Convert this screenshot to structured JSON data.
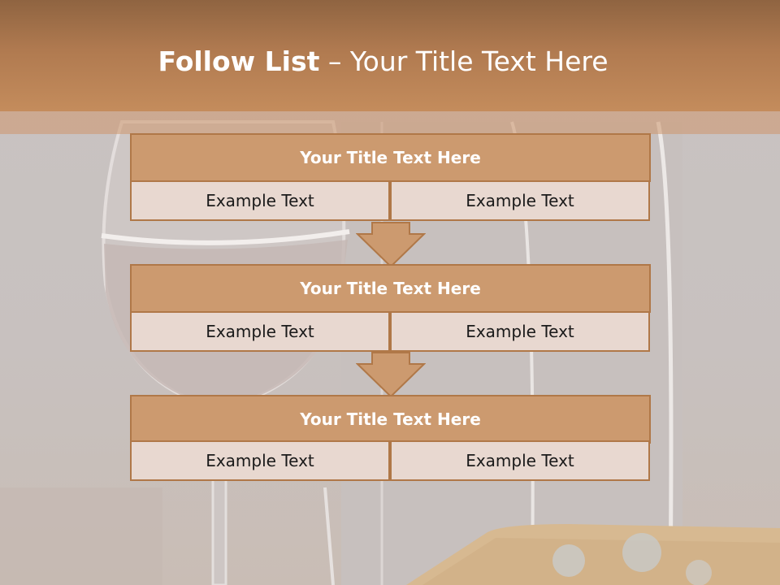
{
  "title": {
    "bold": "Follow List",
    "rest": " – Your Title Text Here"
  },
  "steps": [
    {
      "title": "Your Title Text Here",
      "left": "Example Text",
      "right": "Example Text"
    },
    {
      "title": "Your Title Text Here",
      "left": "Example Text",
      "right": "Example Text"
    },
    {
      "title": "Your Title Text Here",
      "left": "Example Text",
      "right": "Example Text"
    }
  ],
  "colors": {
    "header": "#b07a50",
    "box_fill": "#cc9a6f",
    "box_border": "#b07848",
    "cell_fill": "#e8d8d0"
  }
}
